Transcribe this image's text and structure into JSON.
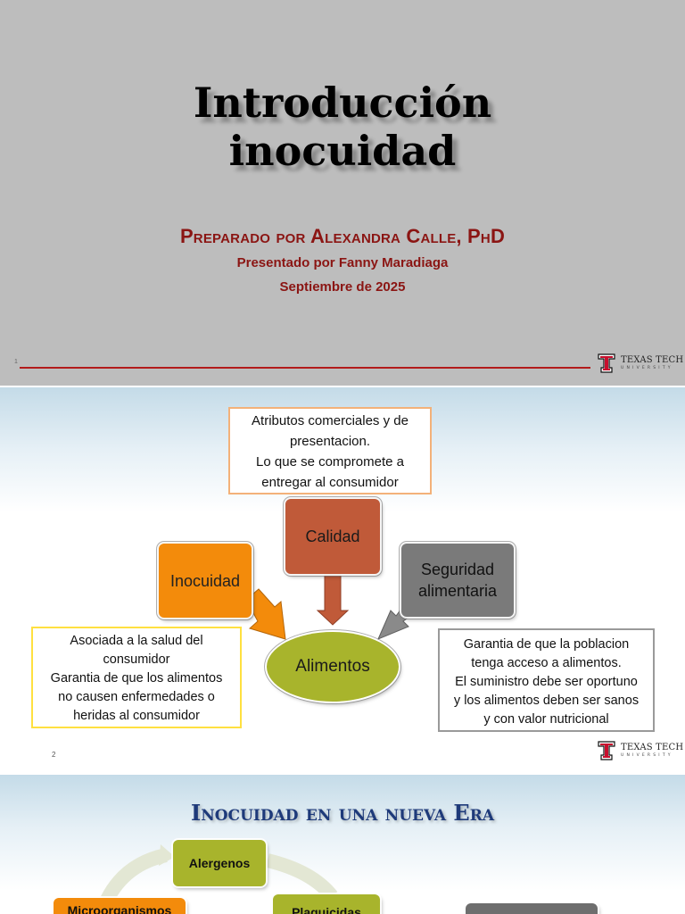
{
  "slide1": {
    "title_line1": "Introducción",
    "title_line2": "inocuidad",
    "prepared_by": "Preparado por Alexandra Calle, PhD",
    "presented_by": "Presentado por Fanny Maradiaga",
    "date": "Septiembre de 2025",
    "slide_number": "1"
  },
  "logo": {
    "name": "TEXAS TECH",
    "subtitle": "UNIVERSITY",
    "icon": "double-t-logo-icon"
  },
  "slide2": {
    "attributes_box": {
      "lines": [
        "Atributos comerciales y de",
        "presentacion.",
        "Lo que se compromete a",
        "entregar al consumidor"
      ]
    },
    "nodes": {
      "calidad": "Calidad",
      "inocuidad": "Inocuidad",
      "seguridad_line1": "Seguridad",
      "seguridad_line2": "alimentaria",
      "alimentos": "Alimentos"
    },
    "inocuidad_box": {
      "lines": [
        "Asociada a la salud del",
        "consumidor",
        "Garantia de que los alimentos",
        "no causen enfermedades o",
        "heridas al consumidor"
      ]
    },
    "seguridad_box": {
      "lines": [
        "Garantia de que la poblacion",
        "tenga acceso a alimentos.",
        "El suministro debe ser oportuno",
        "y los alimentos deben ser sanos",
        "y con valor nutricional"
      ]
    },
    "slide_number": "2"
  },
  "slide3": {
    "title": "Inocuidad en una nueva Era",
    "items": {
      "alergenos": "Alergenos",
      "microorganismos": "Microorganismos",
      "plaguicidas": "Plaguicidas"
    }
  },
  "colors": {
    "brand_red": "#8b1513",
    "orange": "#f38b0b",
    "brick": "#c05a39",
    "gray": "#7a7a7a",
    "olive": "#a8b42c",
    "navy": "#1e3a7a"
  }
}
